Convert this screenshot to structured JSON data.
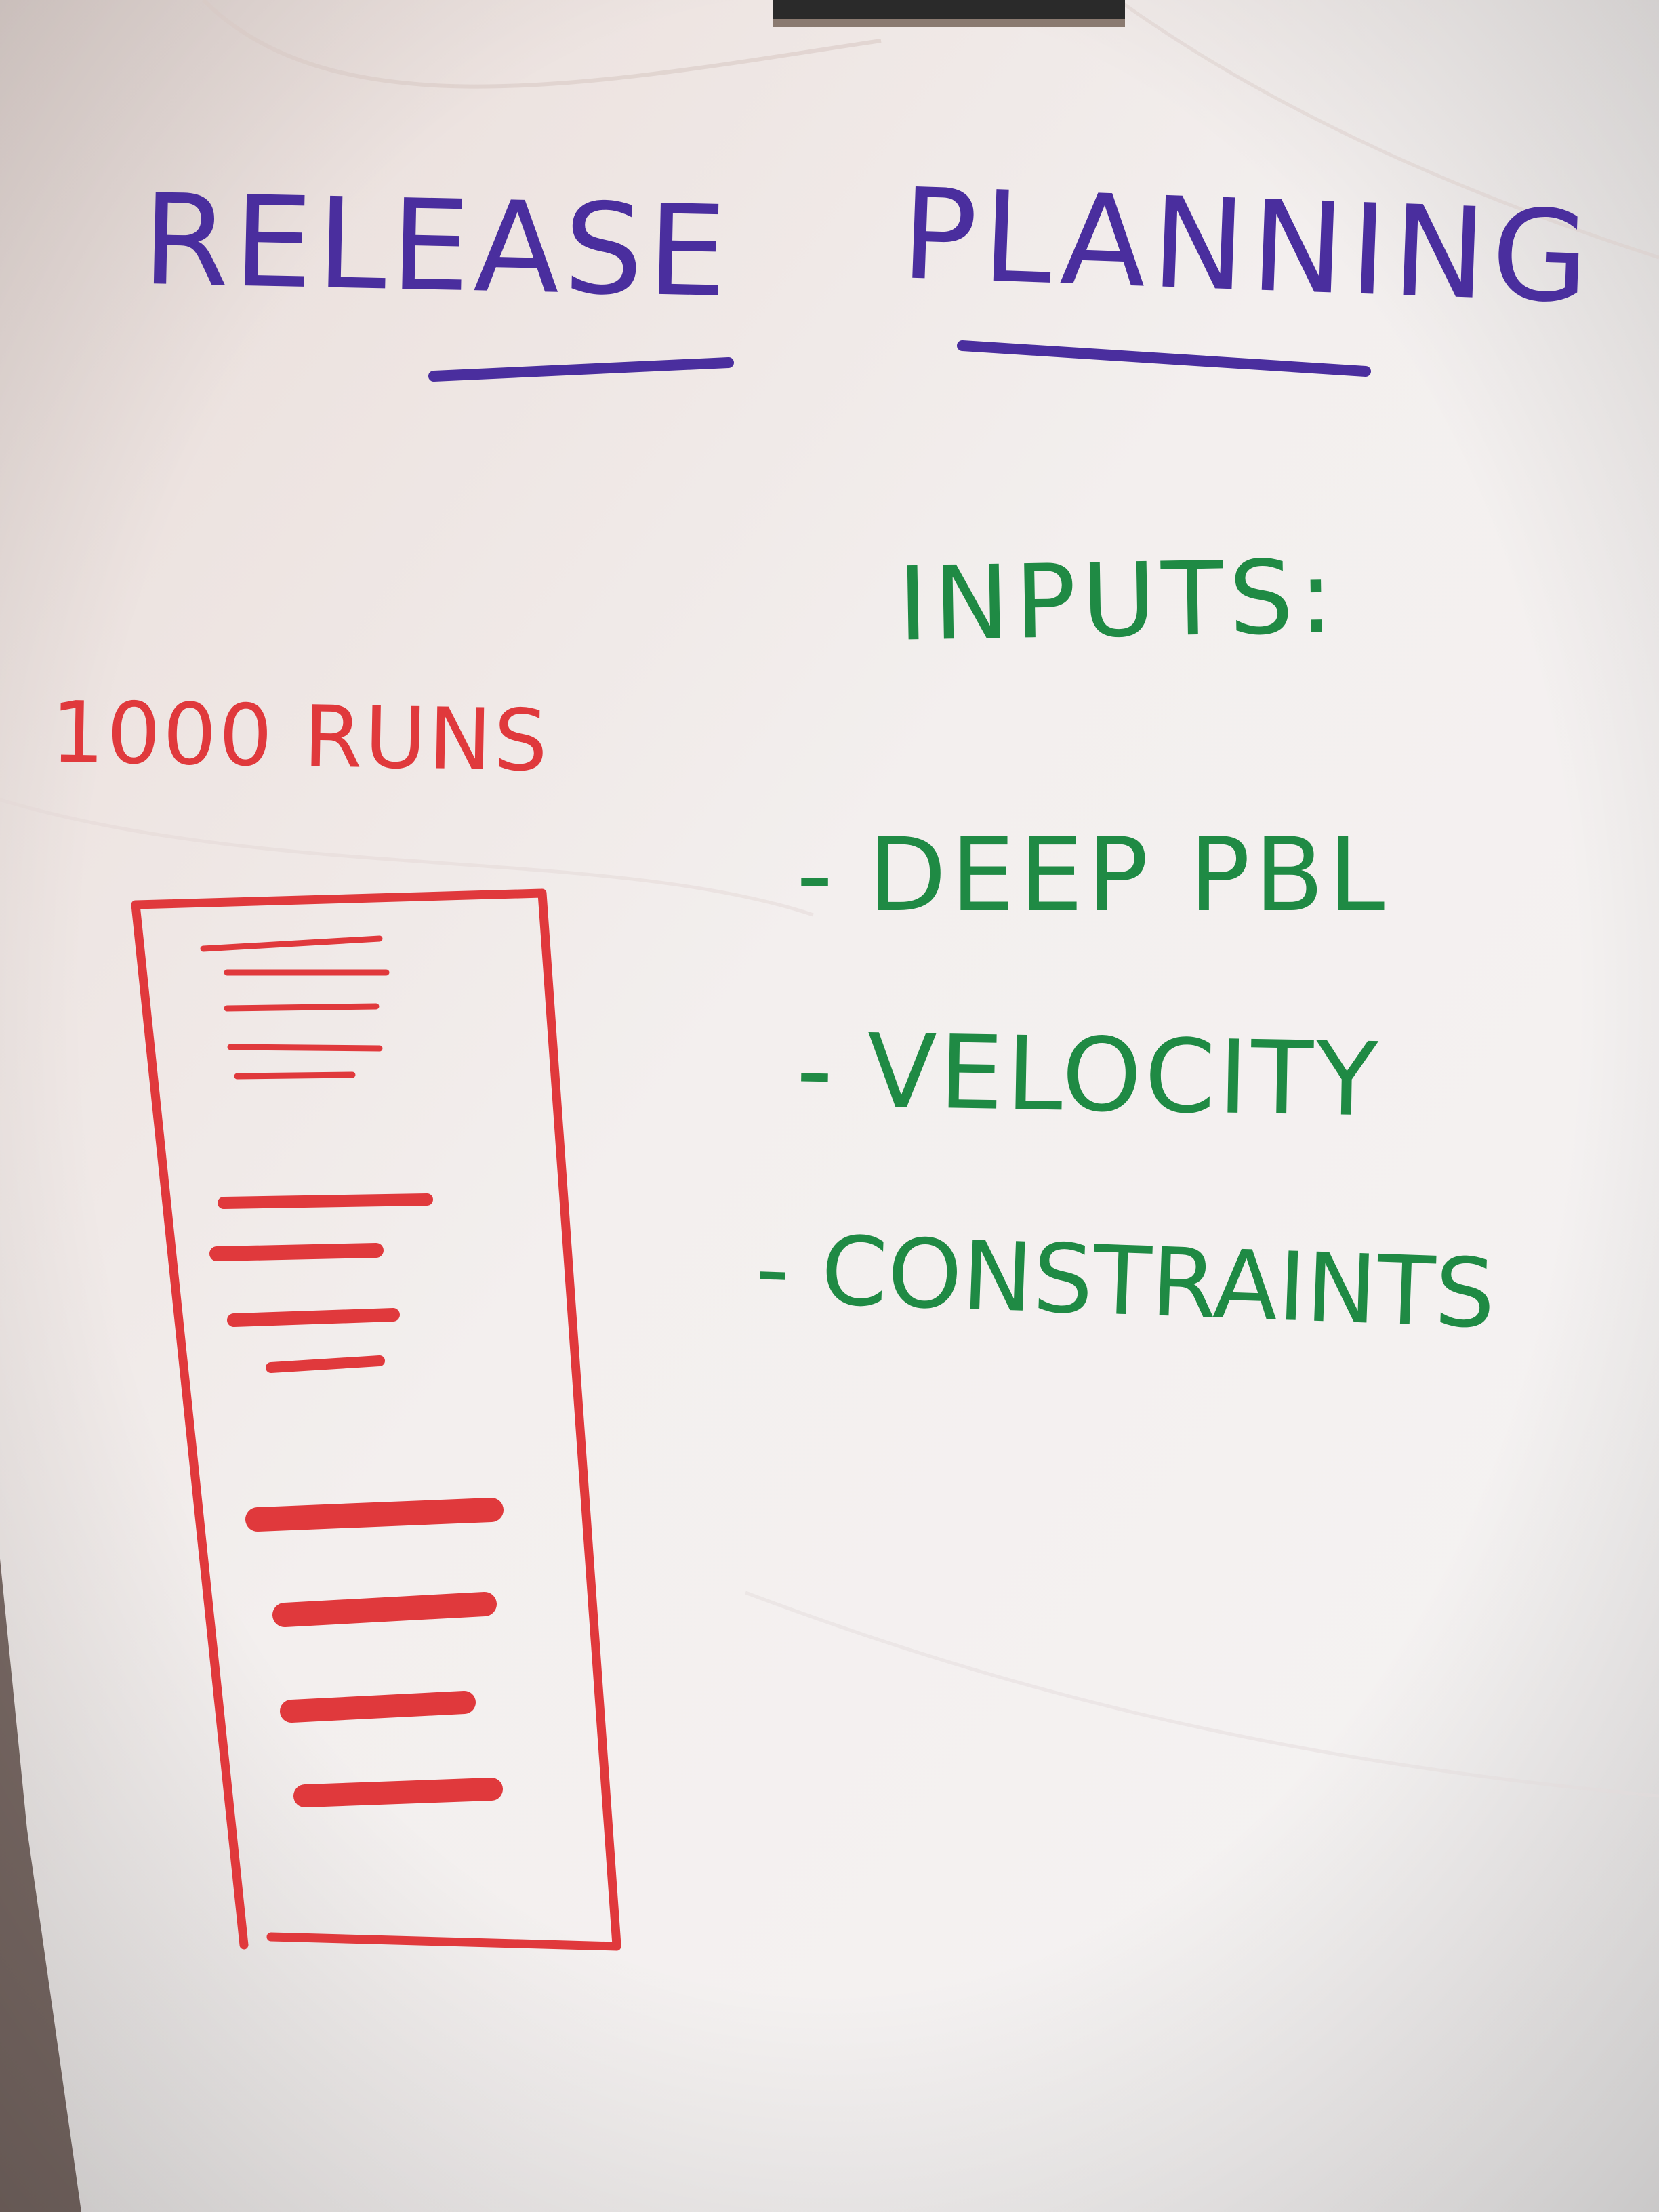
{
  "flipchart": {
    "title": [
      "RELEASE",
      "PLANNING"
    ],
    "runs_label": "1000 RUNS",
    "inputs": {
      "heading": "INPUTS:",
      "bullet": "-",
      "items": [
        "DEEP PBL",
        "VELOCITY",
        "CONSTRAINTS"
      ]
    }
  },
  "colors": {
    "title": "#4a2e9e",
    "inputs": "#1f8a44",
    "chart": "#e0393c",
    "paper": "#f1ebe9"
  }
}
